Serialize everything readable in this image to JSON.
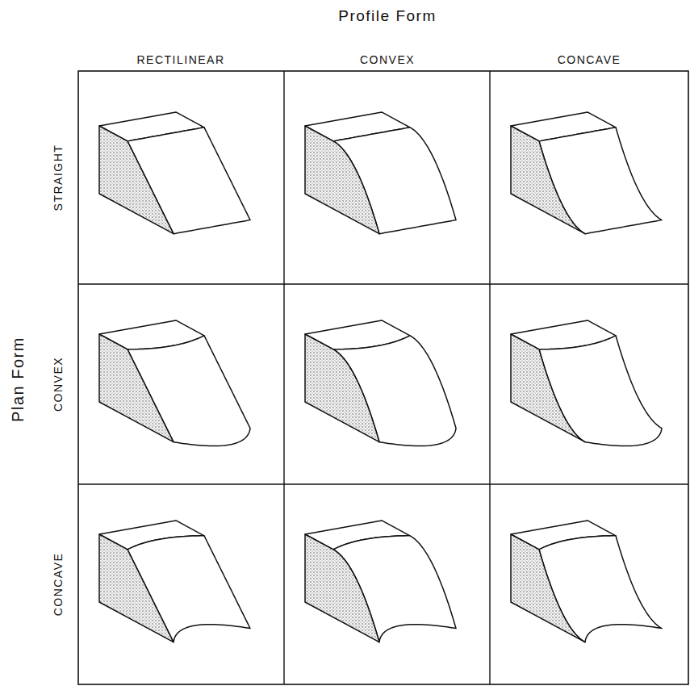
{
  "diagram": {
    "labels": [
      "Profile Form",
      "RECTILINEAR",
      "CONVEX",
      "CONCAVE",
      "Plan Form",
      "STRAIGHT",
      "CONVEX",
      "CONCAVE"
    ]
  }
}
